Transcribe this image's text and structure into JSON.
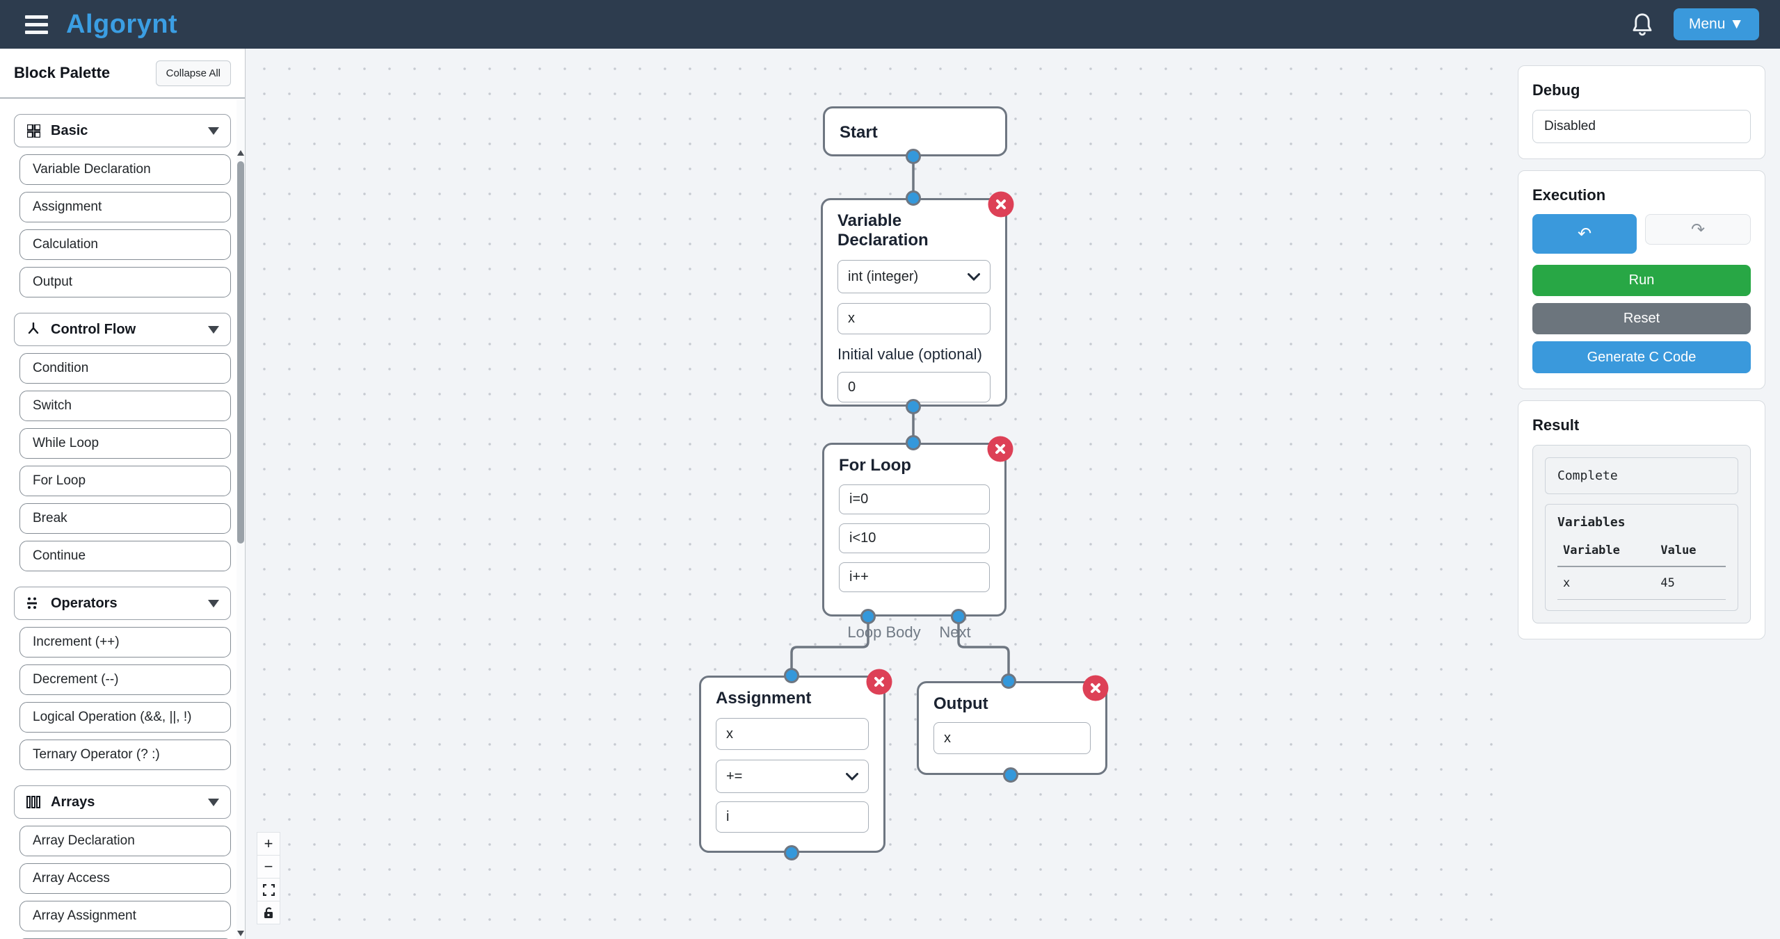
{
  "header": {
    "title": "Algorynt",
    "menu_label": "Menu ▼"
  },
  "icons": {
    "zoom_in": "+",
    "zoom_out": "−",
    "undo": "↶",
    "redo": "↷"
  },
  "palette": {
    "title": "Block Palette",
    "collapse_all": "Collapse All",
    "sections": [
      {
        "label": "Basic",
        "icon": "grid-icon",
        "items": [
          "Variable Declaration",
          "Assignment",
          "Calculation",
          "Output"
        ]
      },
      {
        "label": "Control Flow",
        "icon": "branch-icon",
        "items": [
          "Condition",
          "Switch",
          "While Loop",
          "For Loop",
          "Break",
          "Continue"
        ]
      },
      {
        "label": "Operators",
        "icon": "operators-icon",
        "items": [
          "Increment (++)",
          "Decrement (--)",
          "Logical Operation (&&, ||, !)",
          "Ternary Operator (? :)"
        ]
      },
      {
        "label": "Arrays",
        "icon": "arrays-icon",
        "items": [
          "Array Declaration",
          "Array Access",
          "Array Assignment"
        ]
      }
    ]
  },
  "canvas": {
    "nodes": [
      {
        "id": "start",
        "title": "Start"
      },
      {
        "id": "variable-declaration",
        "title": "Variable Declaration",
        "fields": {
          "type": "int (integer)",
          "name": "x",
          "initial_label": "Initial value (optional)",
          "initial": "0"
        }
      },
      {
        "id": "for-loop",
        "title": "For Loop",
        "fields": {
          "init": "i=0",
          "condition": "i<10",
          "increment": "i++"
        },
        "output_labels": [
          "Loop Body",
          "Next"
        ]
      },
      {
        "id": "assignment",
        "title": "Assignment",
        "fields": {
          "variable": "x",
          "operator": "+=",
          "value": "i"
        }
      },
      {
        "id": "output",
        "title": "Output",
        "fields": {
          "expression": "x"
        }
      }
    ]
  },
  "debug": {
    "title": "Debug",
    "status": "Disabled"
  },
  "execution": {
    "title": "Execution",
    "run": "Run",
    "reset": "Reset",
    "generate": "Generate C Code"
  },
  "result": {
    "title": "Result",
    "status": "Complete",
    "variables_label": "Variables",
    "columns": [
      "Variable",
      "Value"
    ],
    "rows": [
      {
        "name": "x",
        "value": "45"
      }
    ]
  },
  "colors": {
    "header_bg": "#2d3c4e",
    "accent_blue": "#3a99dc",
    "run_green": "#28a745",
    "reset_gray": "#6c757d",
    "delete_red": "#dd4056",
    "connector_blue": "#3498db",
    "node_border": "#6e7681"
  }
}
